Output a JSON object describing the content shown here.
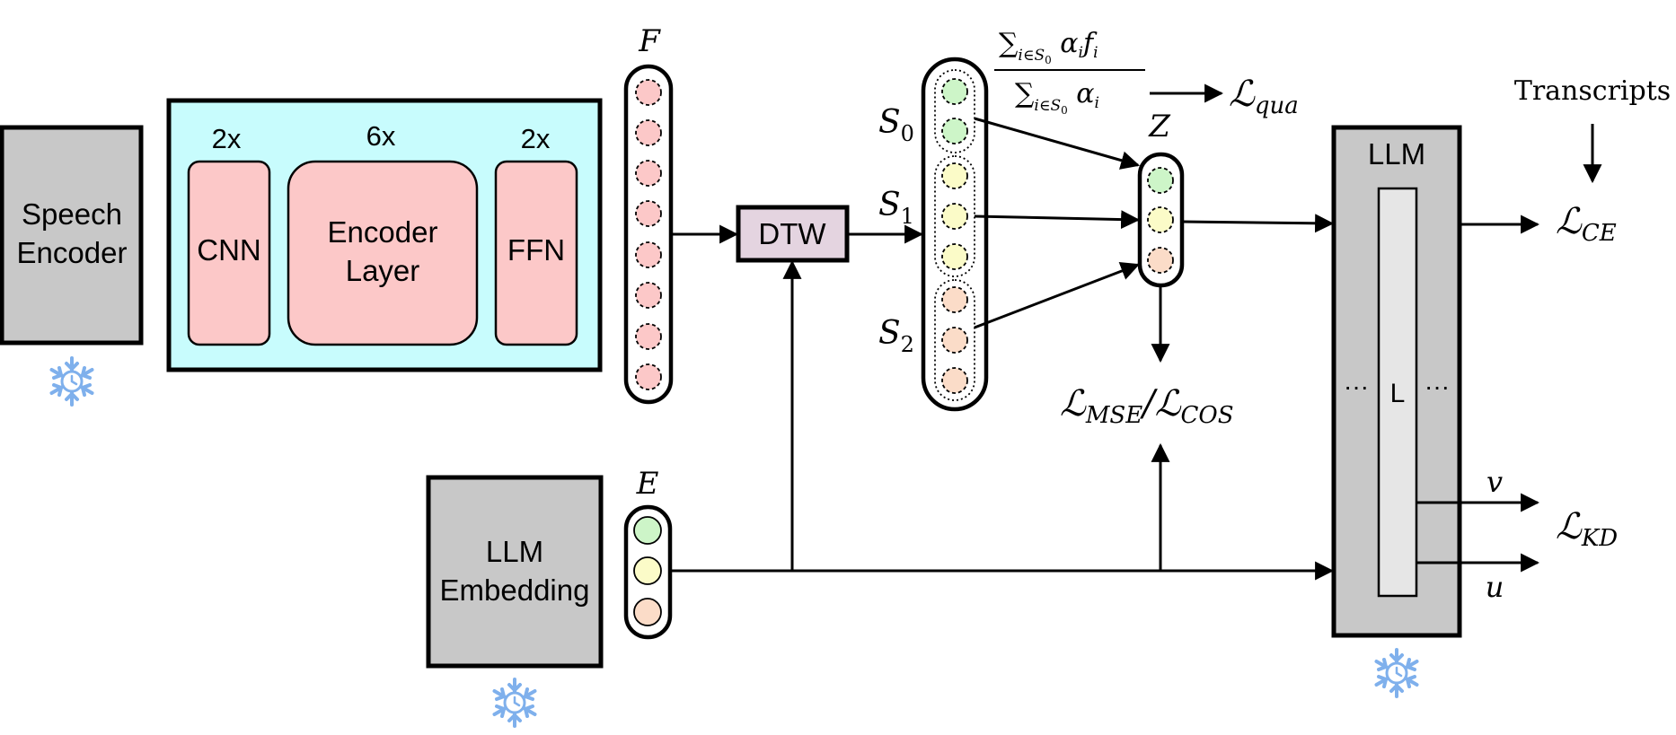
{
  "blocks": {
    "speech_encoder": {
      "line1": "Speech",
      "line2": "Encoder"
    },
    "adapter": {
      "cnn": {
        "repeat": "2x",
        "label": "CNN"
      },
      "encoder_layer": {
        "repeat": "6x",
        "line1": "Encoder",
        "line2": "Layer"
      },
      "ffn": {
        "repeat": "2x",
        "label": "FFN"
      }
    },
    "dtw": "DTW",
    "llm_embedding": {
      "line1": "LLM",
      "line2": "Embedding"
    },
    "llm": {
      "title": "LLM",
      "inner": "L",
      "dots_left": "···",
      "dots_right": "···"
    }
  },
  "labels": {
    "F": "F",
    "E": "E",
    "Z": "Z",
    "S0": "S",
    "S0_sub": "0",
    "S1": "S",
    "S1_sub": "1",
    "S2": "S",
    "S2_sub": "2",
    "v": "v",
    "u": "u",
    "transcripts": "Transcripts"
  },
  "formula": {
    "num_main": "∑",
    "num_sub": "i∈S",
    "num_sub2": "0",
    "num_rest": " α",
    "num_i": "i",
    "num_f": "f",
    "num_fi": "i",
    "den_main": "∑",
    "den_sub": "i∈S",
    "den_sub2": "0",
    "den_rest": " α",
    "den_i": "i"
  },
  "losses": {
    "qua": {
      "sym": "ℒ",
      "sub": "qua"
    },
    "ce": {
      "sym": "ℒ",
      "sub": "CE"
    },
    "kd": {
      "sym": "ℒ",
      "sub": "KD"
    },
    "mse": {
      "sym": "ℒ",
      "sub": "MSE"
    },
    "slash": "/",
    "cos": {
      "sym": "ℒ",
      "sub": "COS"
    }
  },
  "colors": {
    "speech_gray": "#c8c8c8",
    "adapter_cyan": "#c8fcfd",
    "block_pink": "#fcc8c8",
    "dtw_purple": "#e4d4e0",
    "dot_pink": "#fcc8c8",
    "dot_green": "#cdf5c8",
    "dot_yellow": "#fbfbc8",
    "dot_peach": "#fbdcc8",
    "llm_inner": "#e6e6e6",
    "snow_blue": "#7fb0ec"
  }
}
